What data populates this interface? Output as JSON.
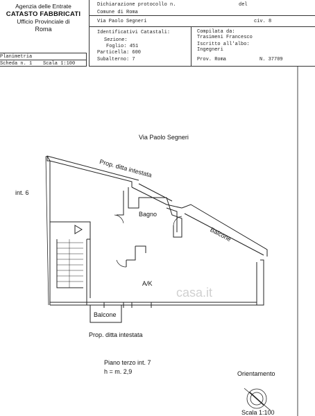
{
  "header": {
    "agency_line1": "Agenzia delle Entrate",
    "agency_line2": "CATASTO FABBRICATI",
    "agency_line3": "Ufficio Provinciale di",
    "agency_line4": "Roma",
    "declaration_label": "Dichiarazione protocollo n.",
    "declaration_del": "del",
    "comune": "Comune di Roma",
    "via": "Via Paolo Segneri",
    "civ": "civ. 8",
    "ident_title": "Identificativi Catastali:",
    "sezione": "Sezione:",
    "foglio": "Foglio: 451",
    "particella": "Particella: 600",
    "subalterno": "Subalterno: 7",
    "compilata_label": "Compilata da:",
    "compilata_name": "Trasimeni Francesco",
    "iscritto_label": "Iscritto all'albo:",
    "iscritto_value": "Ingegneri",
    "prov": "Prov. Roma",
    "numero": "N. 37709",
    "planimetria": "Planimetria",
    "scheda": "Scheda n. 1",
    "scala": "Scala 1:100"
  },
  "plan": {
    "street": "Via Paolo Segneri",
    "prop_top": "Prop. ditta intestata",
    "int6": "int. 6",
    "bagno": "Bagno",
    "balcone_right": "Balcone",
    "ak": "A/K",
    "balcone_bottom": "Balcone",
    "prop_bottom": "Prop. ditta intestata",
    "floor_info": "Piano terzo int. 7",
    "height_info": "h = m. 2,9",
    "orientamento": "Orientamento",
    "scala_bottom": "Scala 1:100",
    "watermark": "casa.it"
  }
}
